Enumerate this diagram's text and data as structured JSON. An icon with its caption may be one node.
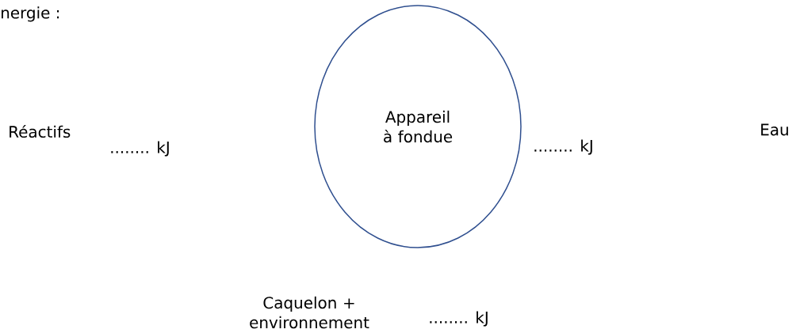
{
  "diagram": {
    "title": "nergie :",
    "nodes": [
      {
        "text": [
          "Appareil à fondue"
        ]
      }
    ],
    "labels": [
      "Réactifs",
      "........ kJ",
      "........ kJ",
      "Eau",
      "Caquelon + environnement",
      "........ kJ"
    ]
  }
}
